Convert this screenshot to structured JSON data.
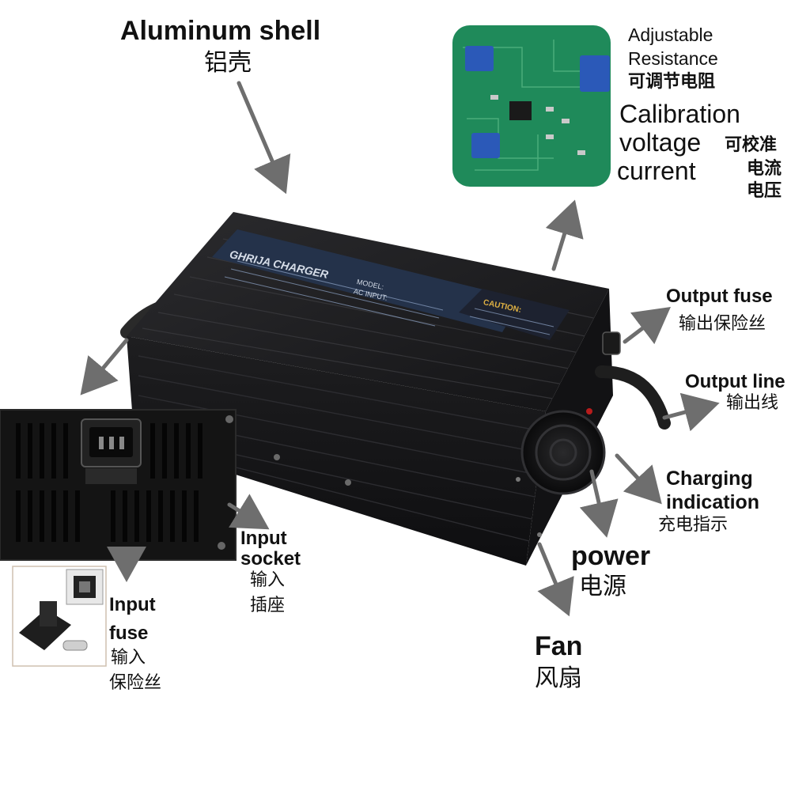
{
  "labels": {
    "aluminum_shell": {
      "en": "Aluminum shell",
      "zh": "铝壳"
    },
    "adjustable_resistance": {
      "en1": "Adjustable",
      "en2": "Resistance",
      "zh": "可调节电阻"
    },
    "calibration": {
      "en1": "Calibration",
      "en2": "voltage",
      "en3": "current",
      "zh1": "可校准",
      "zh2": "电流",
      "zh3": "电压"
    },
    "output_fuse": {
      "en": "Output fuse",
      "zh": "输出保险丝"
    },
    "output_line": {
      "en": "Output line",
      "zh": "输出线"
    },
    "charging_indication": {
      "en1": "Charging",
      "en2": "indication",
      "zh": "充电指示"
    },
    "power": {
      "en": "power",
      "zh": "电源"
    },
    "fan": {
      "en": "Fan",
      "zh": "风扇"
    },
    "input_socket": {
      "en1": "Input",
      "en2": "socket",
      "zh1": "输入",
      "zh2": "插座"
    },
    "input_fuse": {
      "en1": "Input",
      "en2": "fuse",
      "zh1": "输入",
      "zh2": "保险丝"
    }
  },
  "product": {
    "brand": "GHRIJA CHARGER",
    "caution": "CAUTION:",
    "model_label": "MODEL:",
    "ac_input": "AC INPUT:"
  },
  "colors": {
    "arrow": "#6e6e6e",
    "body": "#1c1c1e",
    "pcb": "#1f8a5a",
    "label_plate": "#24324a"
  }
}
